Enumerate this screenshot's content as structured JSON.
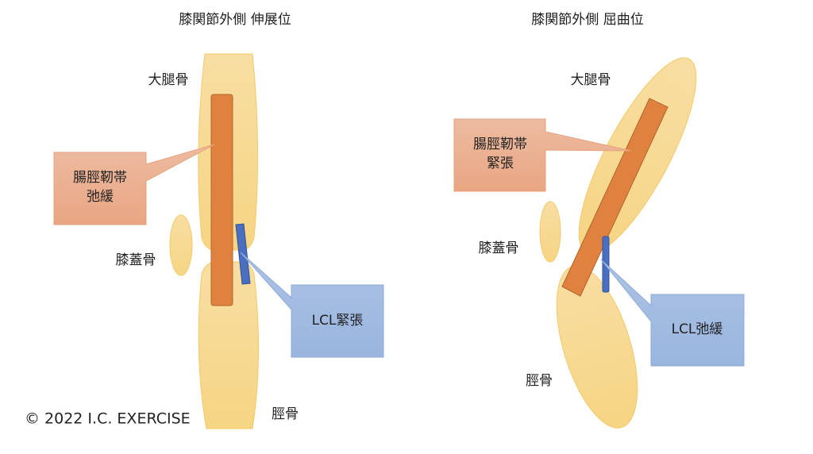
{
  "extension": {
    "title": "膝関節外側 伸展位",
    "femur_label": "大腿骨",
    "patella_label": "膝蓋骨",
    "tibia_label": "脛骨",
    "itb_callout": [
      "腸脛靭帯",
      "弛緩"
    ],
    "lcl_callout": "LCL緊張"
  },
  "flexion": {
    "title": "膝関節外側 屈曲位",
    "femur_label": "大腿骨",
    "patella_label": "膝蓋骨",
    "tibia_label": "脛骨",
    "itb_callout": [
      "腸脛靭帯",
      "緊張"
    ],
    "lcl_callout": "LCL弛緩"
  },
  "copyright": "© 2022 I.C. EXERCISE",
  "colors": {
    "bone": "#f7d995",
    "itb": "#e0823f",
    "lcl": "#4a6fbf",
    "callout_orange": "#eab195",
    "callout_blue": "#a3bde2"
  }
}
